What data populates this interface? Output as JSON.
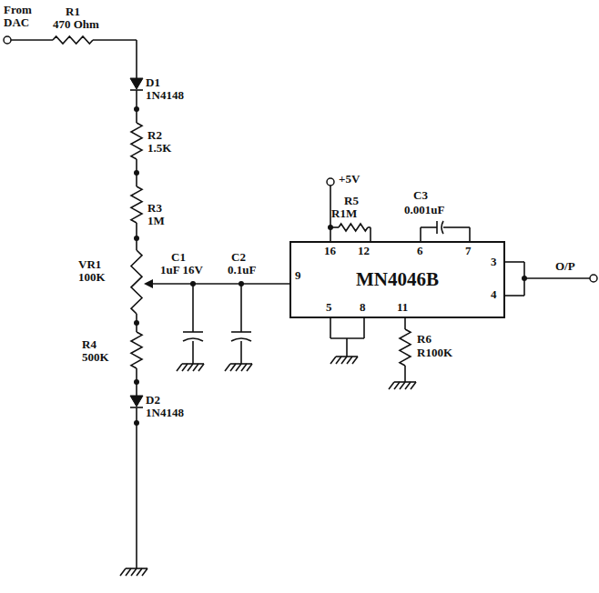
{
  "diagram": {
    "nodes": [
      {
        "text": [
          "MN4046B"
        ]
      }
    ],
    "labels": [
      "From DAC",
      "R1",
      "470 Ohm",
      "D1",
      "1N4148",
      "R2",
      "1.5K",
      "R3",
      "1M",
      "VR1",
      "100K",
      "R4",
      "500K",
      "D2",
      "1N4148",
      "C1",
      "1uF 16V",
      "C2",
      "0.1uF",
      "+5V",
      "R5",
      "R1M",
      "C3",
      "0.001uF",
      "16",
      "12",
      "6",
      "7",
      "3",
      "4",
      "9",
      "5",
      "8",
      "11",
      "R6",
      "R100K",
      "O/P"
    ]
  }
}
